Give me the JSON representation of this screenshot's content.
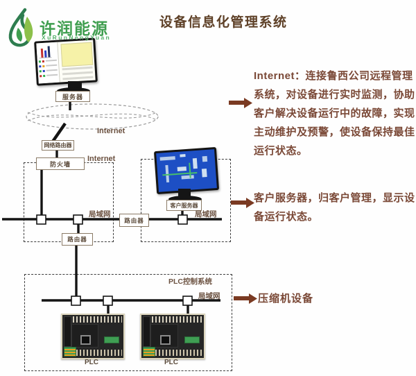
{
  "header": {
    "logo_text": "许润能源",
    "logo_subtext": "XuRunNengYuan",
    "title": "设备信息化管理系统"
  },
  "annotations": {
    "internet_note": "Internet：连接鲁西公司远程管理系统，对设备进行实时监测，协助客户解决设备运行中的故障，实现主动维护及预警，使设备保持最佳运行状态。",
    "client_server_note": "客户服务器，归客户管理，显示设备运行状态。",
    "compressor_note": "压缩机设备"
  },
  "diagram": {
    "server_label": "服务器",
    "cloud_label": "Internet",
    "network_router_label": "网络路由器",
    "firewall_label": "防火墙",
    "internet_link_label": "Internet",
    "lan_label_left": "局域网",
    "router_main_label": "路由器",
    "lan_label_right": "局域网",
    "router_lower_label": "路由器",
    "client_server_label": "客户服务器",
    "plc_system_label": "PLC控制系统",
    "plc_lan_label": "局域网",
    "plc1_label": "PLC",
    "plc2_label": "PLC"
  },
  "colors": {
    "logo_green": "#3f9e4f",
    "logo_light_green": "#8cc04a",
    "title_brown": "#5e4027",
    "note_brown": "#7a4836",
    "arrow_brown": "#7a3a22",
    "screen_blue": "#1d4fc4",
    "screen_yellow": "#f6f2a8",
    "wire_black": "#141414"
  }
}
